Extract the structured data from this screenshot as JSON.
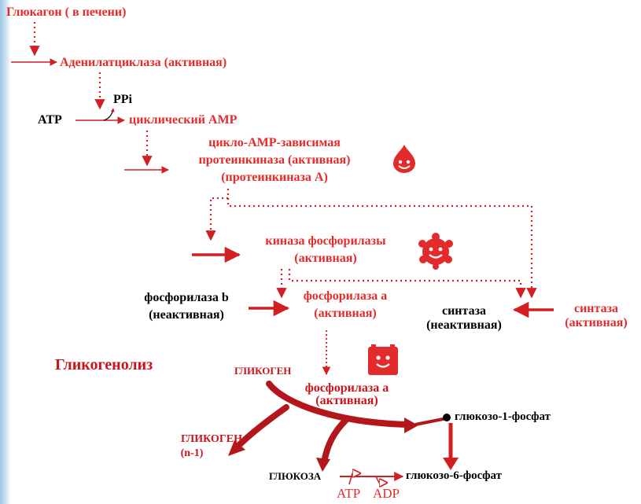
{
  "labels": {
    "glucagon": "Глюкагон ( в печени)",
    "adenylate_cyclase": "Аденилатциклаза (активная)",
    "ppi": "PPi",
    "atp_top": "ATP",
    "camp": "циклический AMP",
    "pka_line1": "цикло-AMP-зависимая",
    "pka_line2": "протеинкиназа (активная)",
    "pka_line3": "(протеинкиназа A)",
    "phk_line1": "киназа фосфорилазы",
    "phk_line2": "(активная)",
    "phos_b_line1": "фосфорилаза b",
    "phos_b_line2": "(неактивная)",
    "phos_a_line1": "фосфорилаза a",
    "phos_a_line2": "(активная)",
    "synthase_inactive_line1": "синтаза",
    "synthase_inactive_line2": "(неактивная)",
    "synthase_active_line1": "синтаза",
    "synthase_active_line2": "(активная)",
    "glycogenolysis": "Гликогенолиз",
    "glycogen": "ГЛИКОГЕН",
    "phos_a2_line1": "фосфорилаза a",
    "phos_a2_line2": "(активная)",
    "glucose1p": "глюкозо-1-фосфат",
    "glycogen_n1_line1": "ГЛИКОГЕН",
    "glycogen_n1_line2": "(n-1)",
    "glucose": "ГЛЮКОЗА",
    "glucose6p": "глюкозо-6-фосфат",
    "atp_bottom": "ATP",
    "adp_bottom": "ADP"
  },
  "icons": {
    "pka_icon": "smiling-drop-icon",
    "phk_icon": "smiling-gear-icon",
    "phos_icon": "smiling-block-icon"
  },
  "colors": {
    "primary_red": "#e32b2b",
    "dark_red": "#c8151b",
    "text_black": "#000000",
    "left_edge_blue": "#9cc6e6"
  }
}
